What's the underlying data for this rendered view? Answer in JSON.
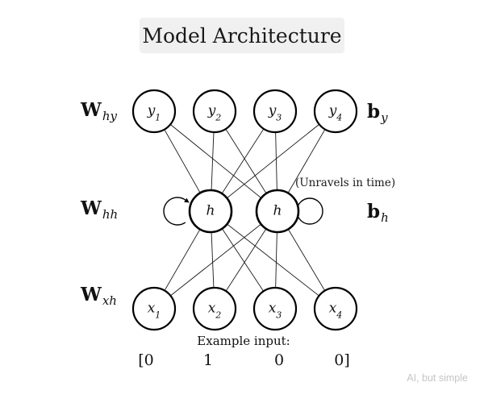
{
  "title": "Model Architecture",
  "watermark": "AI, but simple",
  "colors": {
    "background": "#ffffff",
    "title_box_bg": "#f0f0f0",
    "stroke": "#000000",
    "watermark_text": "#c5c5c5"
  },
  "layers": {
    "output": {
      "weight": {
        "base": "W",
        "sub": "hy"
      },
      "bias": {
        "base": "b",
        "sub": "y"
      },
      "nodes": [
        {
          "base": "y",
          "sub": "1"
        },
        {
          "base": "y",
          "sub": "2"
        },
        {
          "base": "y",
          "sub": "3"
        },
        {
          "base": "y",
          "sub": "4"
        }
      ]
    },
    "hidden": {
      "weight": {
        "base": "W",
        "sub": "hh"
      },
      "bias": {
        "base": "b",
        "sub": "h"
      },
      "annotation": "(Unravels in time)",
      "nodes": [
        {
          "base": "h",
          "sub": ""
        },
        {
          "base": "h",
          "sub": ""
        }
      ]
    },
    "input": {
      "weight": {
        "base": "W",
        "sub": "xh"
      },
      "nodes": [
        {
          "base": "x",
          "sub": "1"
        },
        {
          "base": "x",
          "sub": "2"
        },
        {
          "base": "x",
          "sub": "3"
        },
        {
          "base": "x",
          "sub": "4"
        }
      ]
    }
  },
  "example": {
    "caption": "Example input:",
    "values": [
      "[0",
      "1",
      "0",
      "0]"
    ]
  }
}
